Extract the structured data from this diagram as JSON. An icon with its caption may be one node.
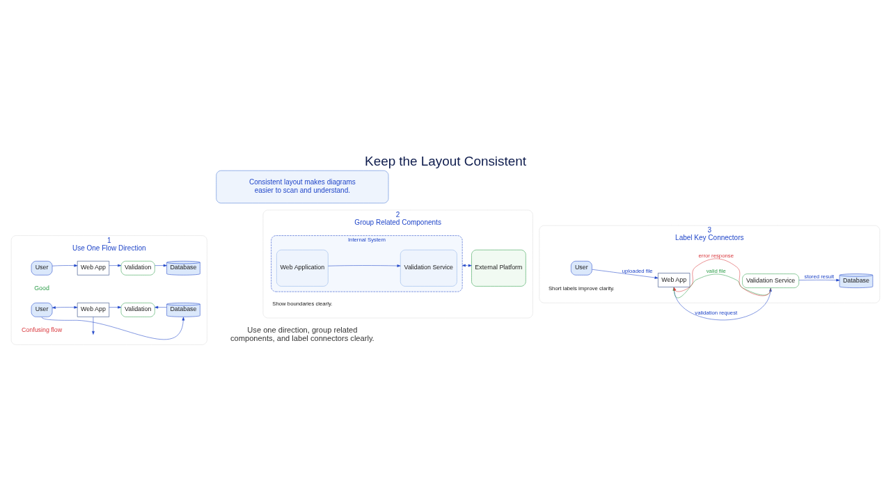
{
  "diagram": {
    "title": "Keep the Layout Consistent",
    "nodes": [
      {
        "text": [
          "1",
          "Use One Flow Direction"
        ]
      },
      {
        "text": [
          "User"
        ],
        "in": 0
      },
      {
        "text": [
          "Web App"
        ],
        "in": 0
      },
      {
        "text": [
          "Validation"
        ],
        "in": 0
      },
      {
        "text": [
          "Database"
        ],
        "in": 0
      },
      {
        "text": [
          "Good"
        ],
        "in": 0
      },
      {
        "text": [
          "User"
        ],
        "in": 0
      },
      {
        "text": [
          "Web App"
        ],
        "in": 0
      },
      {
        "text": [
          "Validation"
        ],
        "in": 0
      },
      {
        "text": [
          "Database"
        ],
        "in": 0
      },
      {
        "text": [
          "Confusing flow"
        ],
        "in": 0
      },
      {
        "text": [
          "2",
          "Group Related Components"
        ]
      },
      {
        "text": [
          "Internal System"
        ],
        "in": 11
      },
      {
        "text": [
          "Web Application"
        ],
        "in": 12
      },
      {
        "text": [
          "Validation Service"
        ],
        "in": 12
      },
      {
        "text": [
          "External Platform"
        ],
        "in": 11
      },
      {
        "text": [
          "Show boundaries clearly."
        ],
        "in": 11
      },
      {
        "text": [
          "3",
          "Label Key Connectors"
        ]
      },
      {
        "text": [
          "User"
        ],
        "in": 17
      },
      {
        "text": [
          "Web App"
        ],
        "in": 17
      },
      {
        "text": [
          "Validation Service"
        ],
        "in": 17
      },
      {
        "text": [
          "Database"
        ],
        "in": 17
      },
      {
        "text": [
          "Short labels improve clarity."
        ],
        "in": 17
      },
      {
        "text": [
          "Consistent layout makes diagrams easier to scan and understand."
        ]
      }
    ],
    "edges": [
      {
        "from": 1,
        "to": 2,
        "arrow": "to"
      },
      {
        "from": 2,
        "to": 3,
        "arrow": "to"
      },
      {
        "from": 3,
        "to": 4,
        "arrow": "to"
      },
      {
        "from": 6,
        "to": 7,
        "arrow": "both"
      },
      {
        "from": 7,
        "to": null,
        "arrow": "to"
      },
      {
        "from": 7,
        "to": 8,
        "arrow": "to"
      },
      {
        "from": 9,
        "to": 8,
        "arrow": "to"
      },
      {
        "from": 6,
        "to": 9,
        "arrow": "to"
      },
      {
        "from": 13,
        "to": 14,
        "arrow": "to"
      },
      {
        "from": 12,
        "to": 15,
        "arrow": "both",
        "style": "dashed"
      },
      {
        "from": 18,
        "to": 19,
        "arrow": "to",
        "label": "uploaded file"
      },
      {
        "from": 19,
        "to": 20,
        "arrow": "to",
        "label": "validation request"
      },
      {
        "from": 20,
        "to": 21,
        "arrow": "to",
        "label": "stored result"
      },
      {
        "from": 20,
        "to": 19,
        "arrow": "to",
        "label": "valid file",
        "color": "#2e9e4a"
      },
      {
        "from": 20,
        "to": 19,
        "arrow": "to",
        "label": "error response",
        "color": "#d9393e"
      }
    ],
    "labels": [
      "Use one direction, group related components, and label connectors clearly."
    ]
  }
}
